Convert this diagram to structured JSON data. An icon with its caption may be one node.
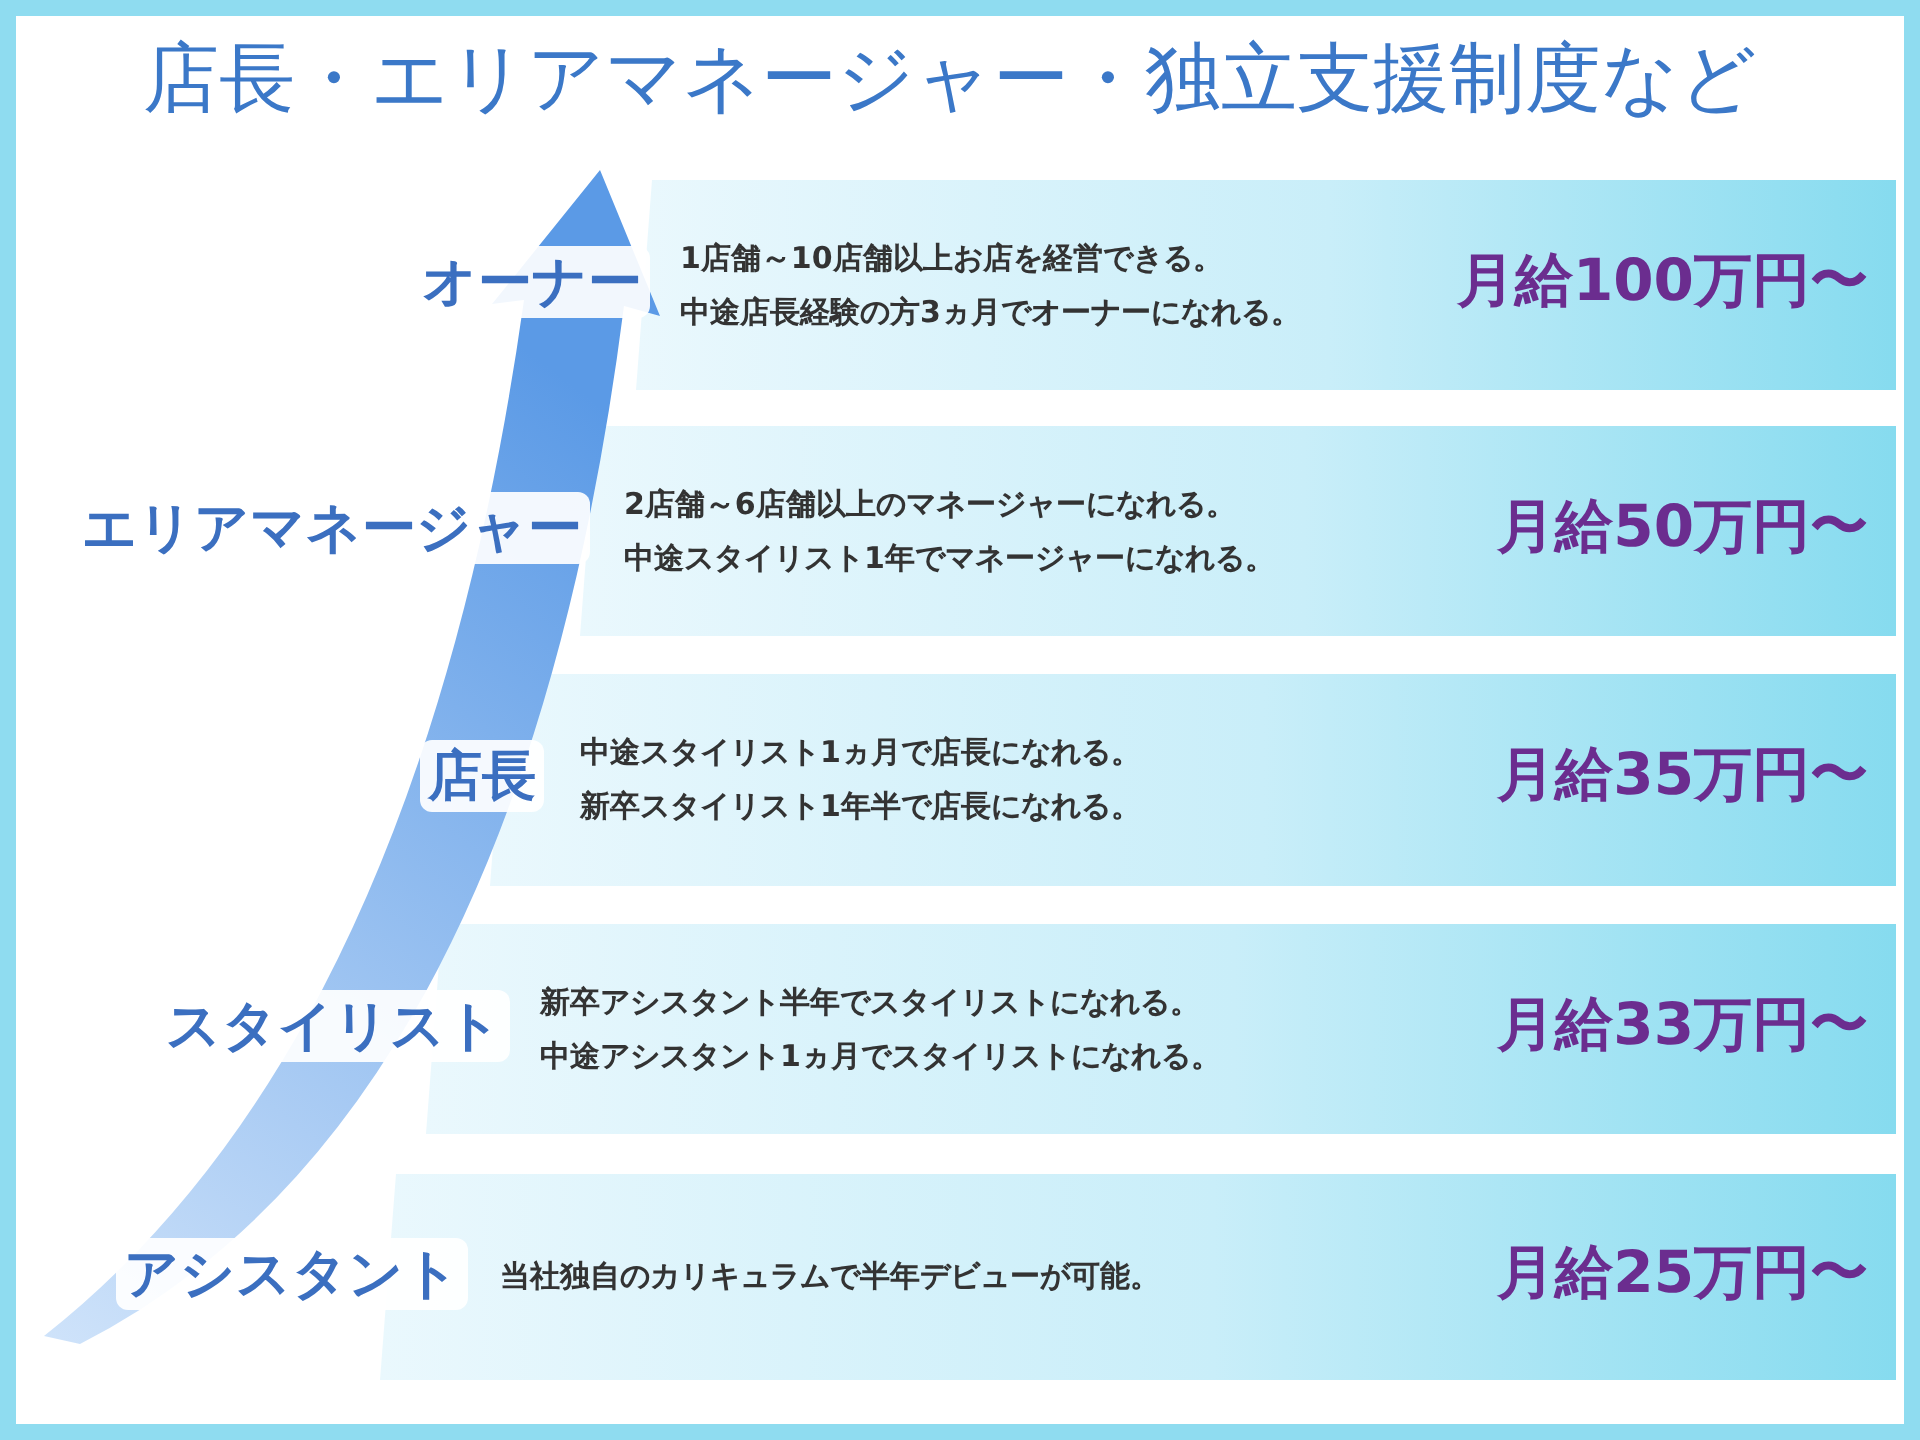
{
  "diagram": {
    "title": "店長・エリアマネージャー・独立支援制度など",
    "nodes": [
      {
        "text": [
          "オーナー",
          "1店舗～10店舗以上お店を経営できる。",
          "中途店長経験の方3ヵ月でオーナーになれる。",
          "月給100万円〜"
        ]
      },
      {
        "text": [
          "エリアマネージャー",
          "2店舗～6店舗以上のマネージャーになれる。",
          "中途スタイリスト1年でマネージャーになれる。",
          "月給50万円〜"
        ]
      },
      {
        "text": [
          "店長",
          "中途スタイリスト1ヵ月で店長になれる。",
          "新卒スタイリスト1年半で店長になれる。",
          "月給35万円〜"
        ]
      },
      {
        "text": [
          "スタイリスト",
          "新卒アシスタント半年でスタイリストになれる。",
          "中途アシスタント1ヵ月でスタイリストになれる。",
          "月給33万円〜"
        ]
      },
      {
        "text": [
          "アシスタント",
          "当社独自のカリキュラムで半年デビューが可能。",
          "月給25万円〜"
        ]
      }
    ]
  }
}
